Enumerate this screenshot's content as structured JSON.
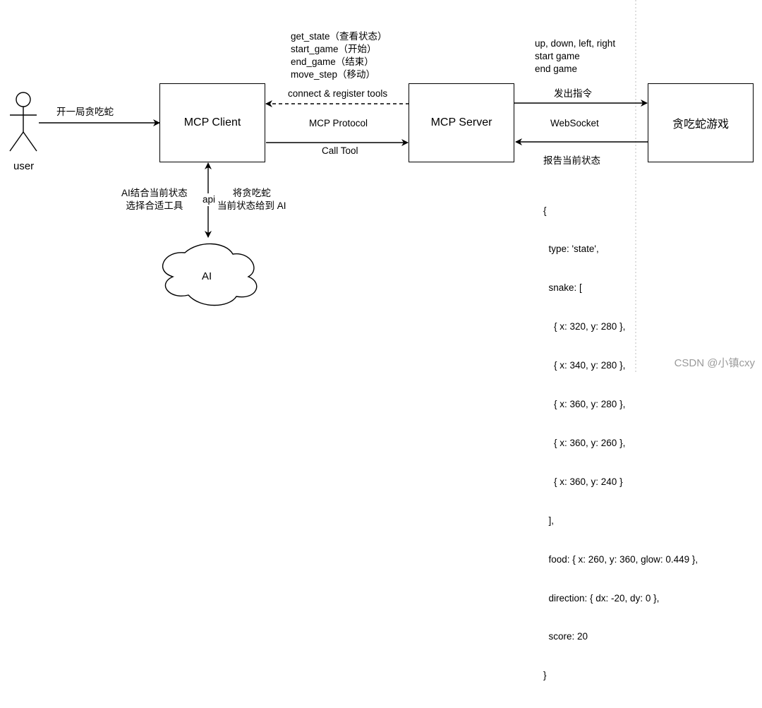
{
  "actors": {
    "user": {
      "label": "user"
    },
    "mcp_client": {
      "label": "MCP Client"
    },
    "mcp_server": {
      "label": "MCP Server"
    },
    "snake_game": {
      "label": "贪吃蛇游戏"
    },
    "ai": {
      "label": "AI"
    }
  },
  "edges": {
    "user_to_client": "开一局贪吃蛇",
    "client_server_protocol": "MCP Protocol",
    "client_server_call": "Call Tool",
    "server_client_connect": "connect & register tools",
    "server_to_game": "发出指令",
    "game_to_server": "WebSocket",
    "game_report": "报告当前状态",
    "client_ai_api": "api",
    "ai_to_client_lines": [
      "AI结合当前状态",
      "选择合适工具"
    ],
    "client_to_ai_lines": [
      "将贪吃蛇",
      "当前状态给到 AI"
    ]
  },
  "tools": [
    "get_state（查看状态）",
    "start_game（开始）",
    "end_game（结束）",
    "move_step（移动）"
  ],
  "commands": [
    "up, down, left, right",
    "start game",
    "end game"
  ],
  "state_json_lines": [
    "{",
    "  type: 'state',",
    "  snake: [",
    "    { x: 320, y: 280 },",
    "    { x: 340, y: 280 },",
    "    { x: 360, y: 280 },",
    "    { x: 360, y: 260 },",
    "    { x: 360, y: 240 }",
    "  ],",
    "  food: { x: 260, y: 360, glow: 0.449 },",
    "  direction: { dx: -20, dy: 0 },",
    "  score: 20",
    "}"
  ],
  "watermark": "CSDN @小镇cxy",
  "icons": {
    "user": "user-stick-figure-icon",
    "ai": "cloud-icon"
  }
}
